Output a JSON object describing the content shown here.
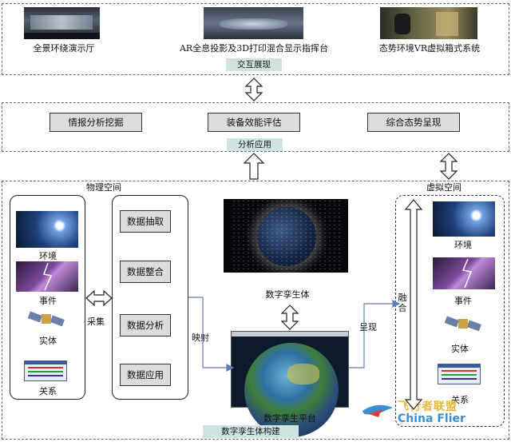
{
  "top": {
    "items": [
      {
        "label": "全景环绕演示厅"
      },
      {
        "label": "AR全息投影及3D打印混合显示指挥台"
      },
      {
        "label": "态势环境VR虚拟箱式系统"
      }
    ],
    "tag": "交互展现"
  },
  "analysis": {
    "items": [
      "情报分析挖掘",
      "装备效能评估",
      "综合态势呈现"
    ],
    "tag": "分析应用"
  },
  "physical": {
    "title": "物理空间",
    "items": [
      "环境",
      "事件",
      "实体",
      "关系"
    ]
  },
  "process": [
    "数据抽取",
    "数据整合",
    "数据分析",
    "数据应用"
  ],
  "labels": {
    "collect": "采集",
    "map": "映射",
    "present": "呈现",
    "fuse": "融合",
    "twin": "数字孪生体",
    "platform": "数字孪生平台",
    "build": "数字孪生体构建"
  },
  "virtual": {
    "title": "虚拟空间",
    "items": [
      "环境",
      "事件",
      "实体",
      "关系"
    ]
  },
  "watermark": {
    "cn": "飞行者联盟",
    "en": "China Flier"
  }
}
